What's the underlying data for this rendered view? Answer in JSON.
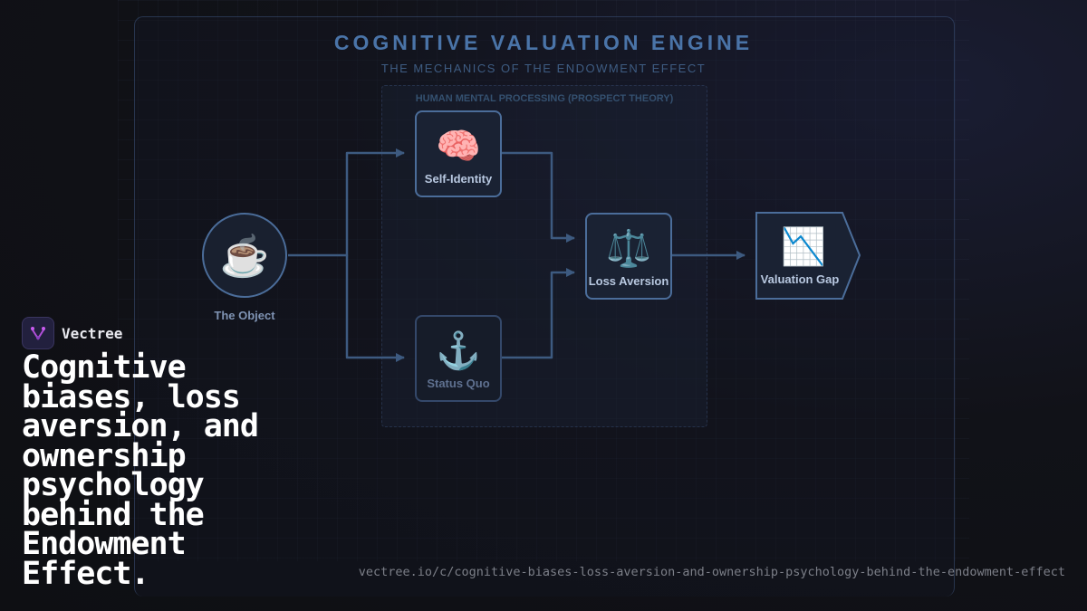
{
  "diagram": {
    "title": "COGNITIVE VALUATION ENGINE",
    "subtitle": "THE MECHANICS OF THE ENDOWMENT EFFECT",
    "cluster_label": "HUMAN MENTAL PROCESSING (PROSPECT THEORY)",
    "nodes": {
      "object": {
        "label": "The Object",
        "icon": "coffee-cup-icon",
        "glyph": "☕"
      },
      "self_identity": {
        "label": "Self-Identity",
        "icon": "brain-icon",
        "glyph": "🧠"
      },
      "status_quo": {
        "label": "Status Quo",
        "icon": "anchor-icon",
        "glyph": "⚓"
      },
      "loss_aversion": {
        "label": "Loss Aversion",
        "icon": "balance-scale-icon",
        "glyph": "⚖️"
      },
      "valuation_gap": {
        "label": "Valuation Gap",
        "icon": "chart-decreasing-icon",
        "glyph": "📉"
      }
    },
    "colors": {
      "accent": "#4a74a8",
      "edge": "#3d5a80",
      "node_border": "#4b6d9a"
    }
  },
  "brand": {
    "name": "Vectree"
  },
  "headline": "Cognitive biases, loss aversion, and ownership psychology behind the Endowment Effect.",
  "url": "vectree.io/c/cognitive-biases-loss-aversion-and-ownership-psychology-behind-the-endowment-effect"
}
